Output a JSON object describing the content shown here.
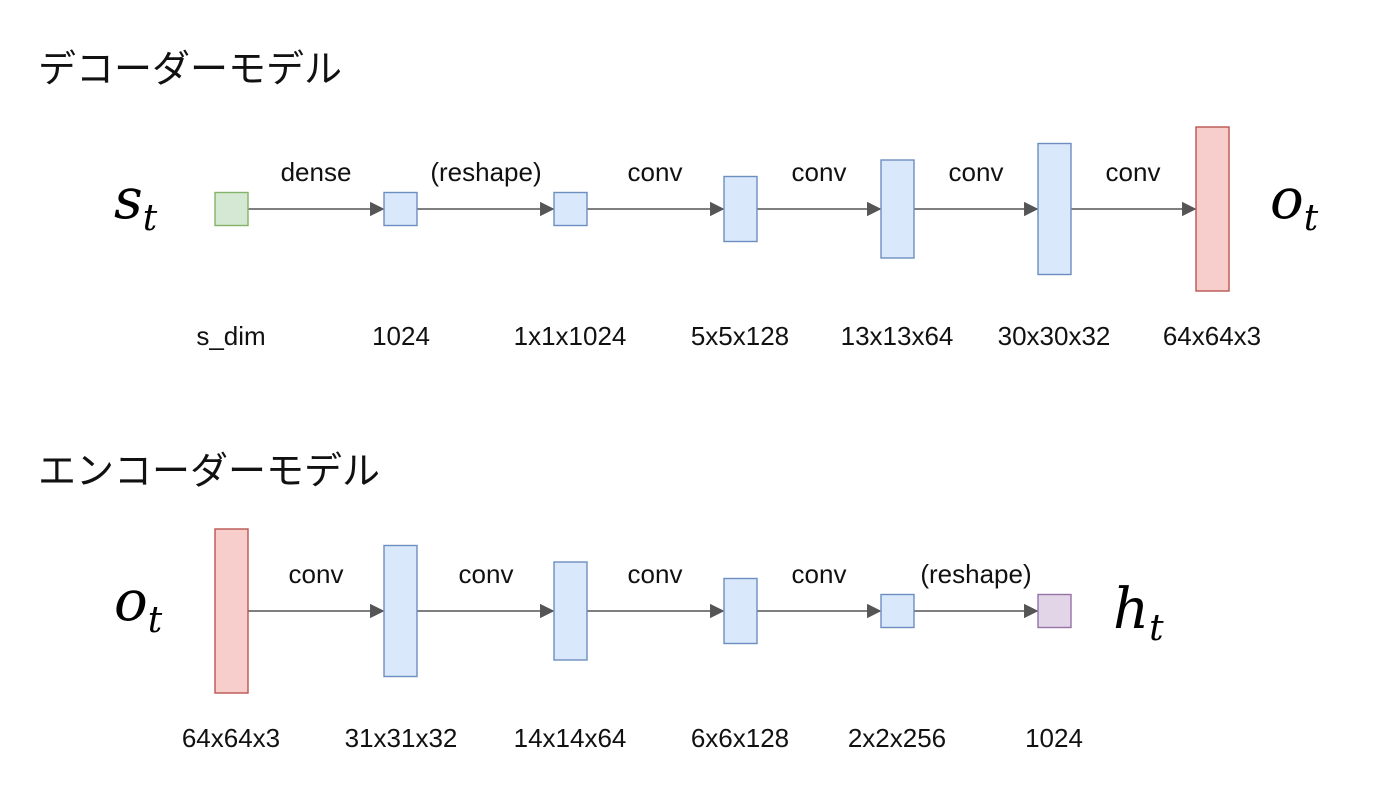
{
  "decoder": {
    "title": "デコーダーモデル",
    "input_symbol": {
      "base": "s",
      "sub": "t"
    },
    "output_symbol": {
      "base": "o",
      "sub": "t"
    },
    "ops": [
      "dense",
      "(reshape)",
      "conv",
      "conv",
      "conv",
      "conv"
    ],
    "dims": [
      "s_dim",
      "1024",
      "1x1x1024",
      "5x5x128",
      "13x13x64",
      "30x30x32",
      "64x64x3"
    ],
    "block_kinds": [
      "state",
      "hidden",
      "hidden",
      "hidden",
      "hidden",
      "hidden",
      "image"
    ]
  },
  "encoder": {
    "title": "エンコーダーモデル",
    "input_symbol": {
      "base": "o",
      "sub": "t"
    },
    "output_symbol": {
      "base": "h",
      "sub": "t"
    },
    "ops": [
      "conv",
      "conv",
      "conv",
      "conv",
      "(reshape)"
    ],
    "dims": [
      "64x64x3",
      "31x31x32",
      "14x14x64",
      "6x6x128",
      "2x2x256",
      "1024"
    ],
    "block_kinds": [
      "image",
      "hidden",
      "hidden",
      "hidden",
      "hidden",
      "embedding"
    ]
  },
  "colors": {
    "state_fill": "#d5e8d4",
    "state_stroke": "#82b366",
    "hidden_fill": "#dae8fc",
    "hidden_stroke": "#6c8ebf",
    "image_fill": "#f8cecc",
    "image_stroke": "#b85450",
    "embedding_fill": "#e1d5e7",
    "embedding_stroke": "#9673a6",
    "arrow": "#555555"
  }
}
